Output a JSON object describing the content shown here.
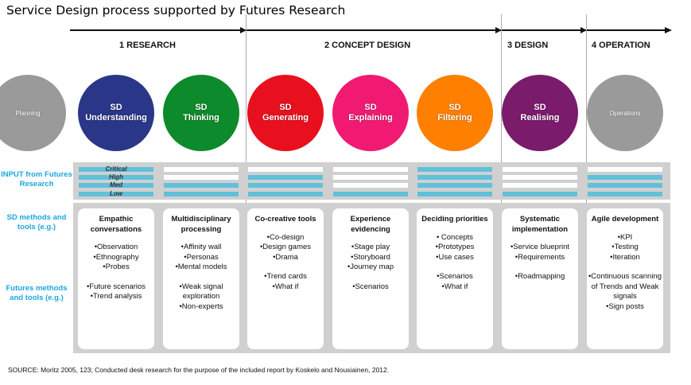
{
  "title": "Service Design process supported by Futures Research",
  "phases": [
    "1 RESEARCH",
    "2 CONCEPT DESIGN",
    "3 DESIGN",
    "4 OPERATION"
  ],
  "planning": "Planning",
  "operations": "Operations",
  "side_labels": {
    "input": "INPUT from Futures Research",
    "sd": "SD methods and tools (e.g.)",
    "futures": "Futures methods and tools (e.g.)"
  },
  "levels": [
    "Critical",
    "High",
    "Med",
    "Low"
  ],
  "columns": [
    {
      "circle": [
        "SD",
        "Understanding"
      ],
      "color": "#2a3788",
      "input_level": 4,
      "heading": "Empathic conversations",
      "sd": [
        "•Observation",
        "•Ethnography",
        "•Probes"
      ],
      "futures": [
        "•Future scenarios",
        "•Trend analysis"
      ]
    },
    {
      "circle": [
        "SD",
        "Thinking"
      ],
      "color": "#0d8a2c",
      "input_level": 2,
      "heading": "Multidisciplinary processing",
      "sd": [
        "•Affinity wall",
        "•Personas",
        "•Mental models"
      ],
      "futures": [
        "•Weak signal exploration",
        "•Non-experts"
      ]
    },
    {
      "circle": [
        "SD",
        "Generating"
      ],
      "color": "#e8101e",
      "input_level": 3,
      "heading": "Co-creative tools",
      "sd": [
        "•Co-design",
        "•Design games",
        "•Drama"
      ],
      "futures": [
        "•Trend cards",
        "•What if"
      ]
    },
    {
      "circle": [
        "SD",
        "Explaining"
      ],
      "color": "#f01a72",
      "input_level": 1,
      "heading": "Experience evidencing",
      "sd": [
        "•Stage play",
        "•Storyboard",
        "•Journey map"
      ],
      "futures": [
        "•Scenarios"
      ]
    },
    {
      "circle": [
        "SD",
        "Filtering"
      ],
      "color": "#ff8000",
      "input_level": 4,
      "heading": "Deciding priorities",
      "sd": [
        "• Concepts",
        "•Prototypes",
        "•Use cases"
      ],
      "futures": [
        "•Scenarios",
        "•What if"
      ]
    },
    {
      "circle": [
        "SD",
        "Realising"
      ],
      "color": "#7a1b6c",
      "input_level": 1,
      "heading": "Systematic implementation",
      "sd": [
        "•Service blueprint",
        "•Requirements"
      ],
      "futures": [
        "•Roadmapping"
      ]
    },
    {
      "circle": null,
      "color": "#9a9a9a",
      "input_level": 3,
      "heading": "Agile development",
      "sd": [
        "•KPI",
        "•Testing",
        "•Iteration"
      ],
      "futures": [
        "•Continuous scanning of Trends and Weak signals",
        "•Sign posts"
      ]
    }
  ],
  "source": "SOURCE: Moritz 2005, 123; Conducted desk research for the purpose of the included report by Koskelo and Nousiainen, 2012."
}
